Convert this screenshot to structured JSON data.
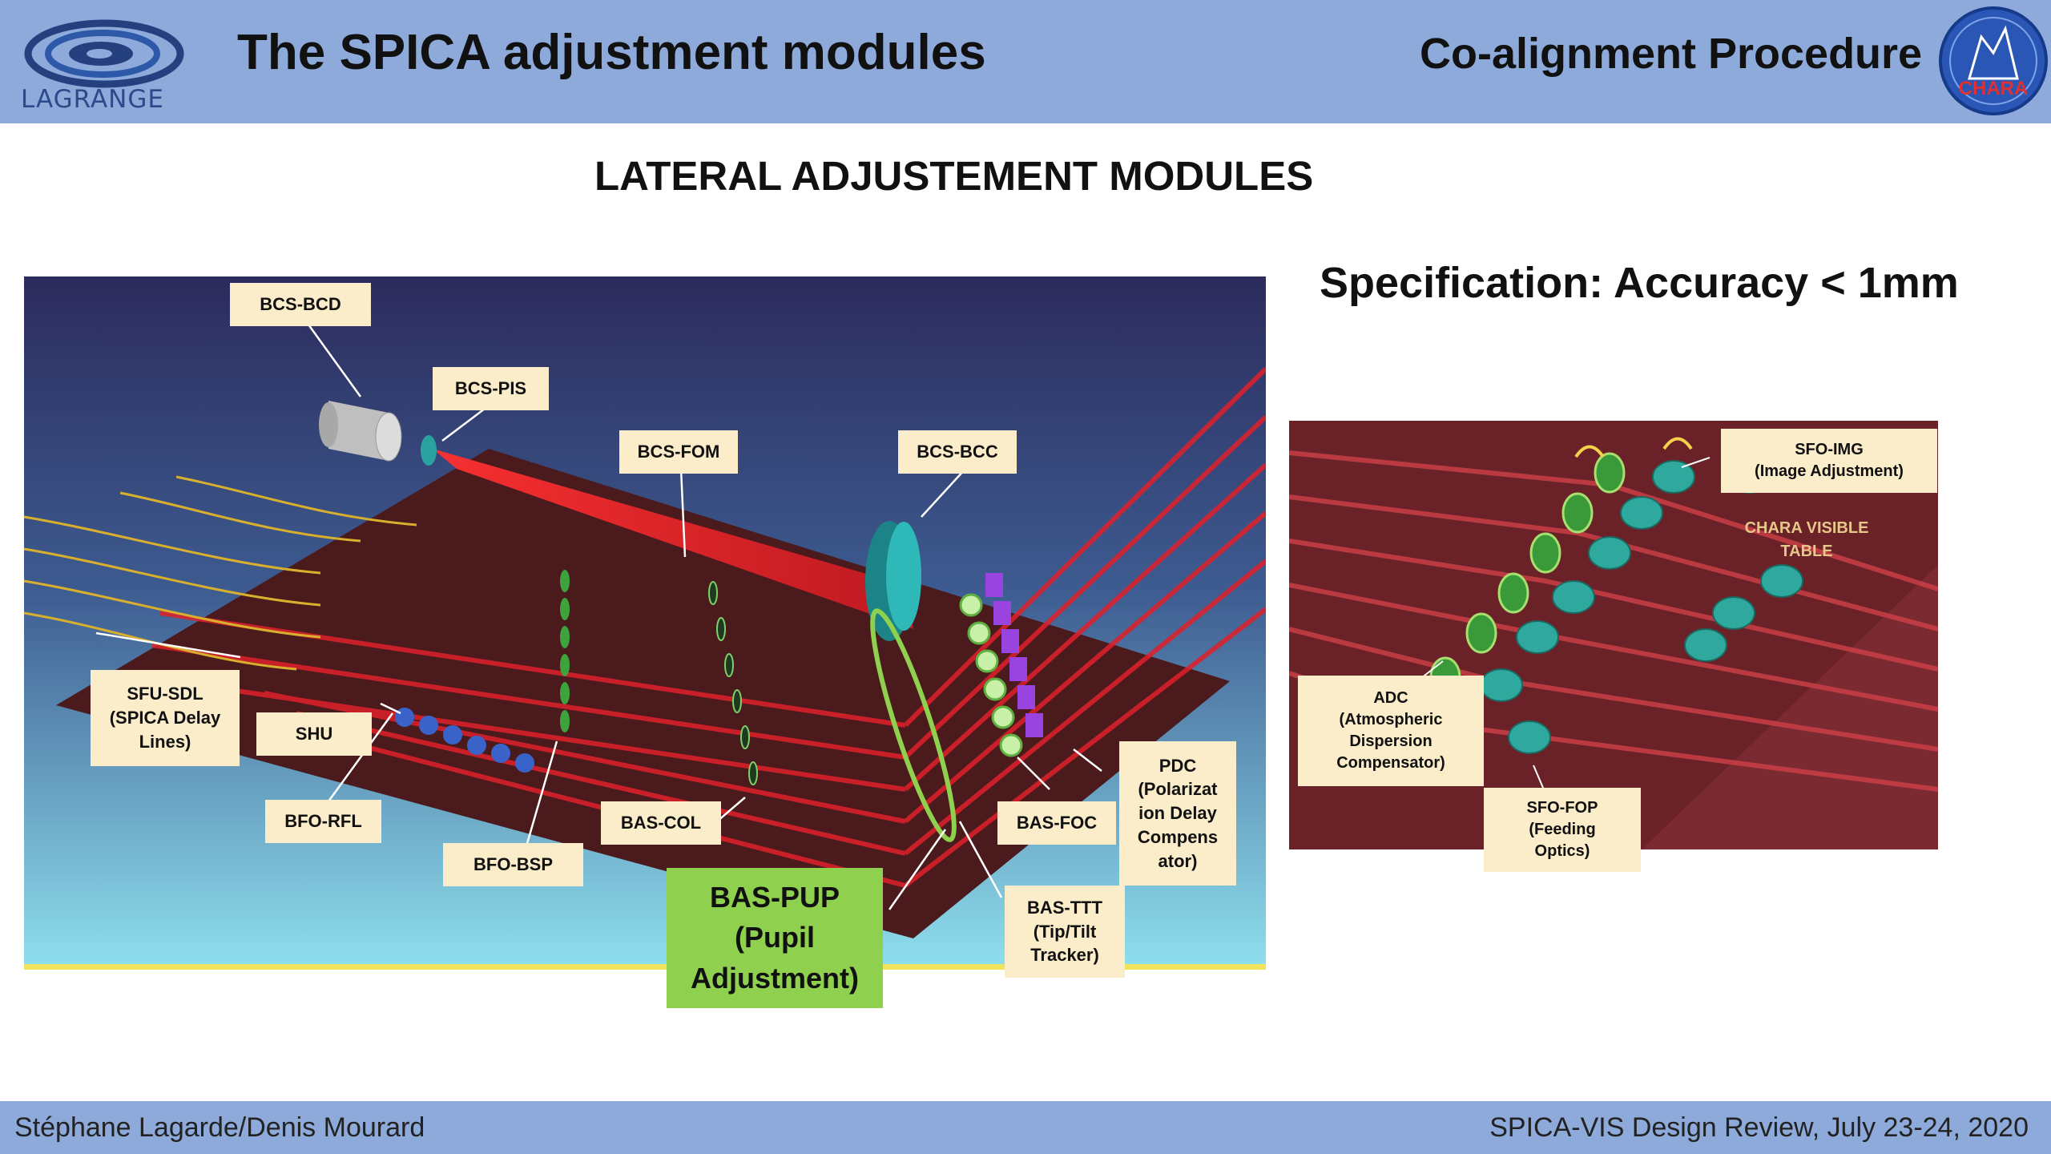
{
  "header": {
    "logo_text": "LAGRANGE",
    "title": "The SPICA adjustment modules",
    "right_title": "Co-alignment Procedure",
    "chara_logo_text": "CHARA"
  },
  "subtitle": "LATERAL ADJUSTEMENT MODULES",
  "specification": "Specification: Accuracy < 1mm",
  "labels": {
    "bcs_bcd": "BCS-BCD",
    "bcs_pis": "BCS-PIS",
    "bcs_fom": "BCS-FOM",
    "bcs_bcc": "BCS-BCC",
    "sfu_sdl": [
      "SFU-SDL",
      "(SPICA Delay",
      "Lines)"
    ],
    "shu": "SHU",
    "bfo_rfl": "BFO-RFL",
    "bfo_bsp": "BFO-BSP",
    "bas_col": "BAS-COL",
    "bas_foc": "BAS-FOC",
    "pdc": [
      "PDC",
      "(Polarizat",
      "ion Delay",
      "Compens",
      "ator)"
    ],
    "bas_ttt": [
      "BAS-TTT",
      "(Tip/Tilt",
      "Tracker)"
    ],
    "bas_pup": [
      "BAS-PUP",
      "(Pupil",
      "Adjustment)"
    ]
  },
  "detail_labels": {
    "sfo_img": [
      "SFO-IMG",
      "(Image Adjustment)"
    ],
    "chara_visible": [
      "CHARA VISIBLE",
      "TABLE"
    ],
    "adc": [
      "ADC",
      "(Atmospheric",
      "Dispersion",
      "Compensator)"
    ],
    "sfo_fop": [
      "SFO-FOP",
      "(Feeding",
      "Optics)"
    ]
  },
  "footer": {
    "left": "Stéphane Lagarde/Denis Mourard",
    "right": "SPICA-VIS Design Review, July 23-24, 2020"
  },
  "colors": {
    "header_bg": "#8eaadb",
    "label_bg": "#fbecca",
    "pup_bg": "#8fd14f",
    "table_color": "#5a2020",
    "beam_color": "#e0202a"
  }
}
